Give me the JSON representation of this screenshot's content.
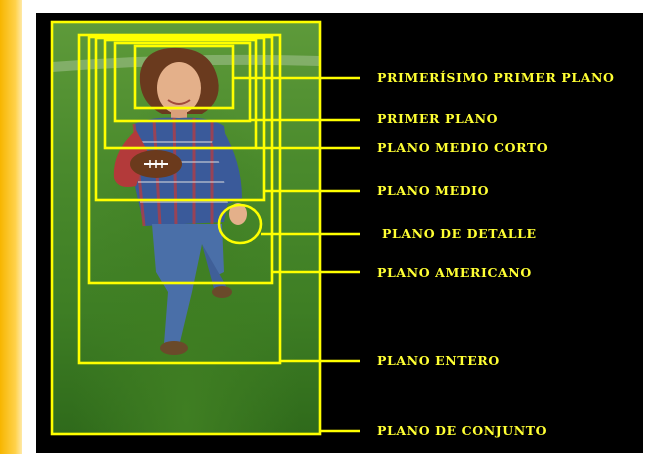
{
  "image": {
    "subject": "child-running-on-grass",
    "colors": {
      "frame_background": "#000000",
      "annotation": "#ffff00",
      "label_text": "#ffff33",
      "accent_bar": "#f7b500",
      "page_background": "#ffffff"
    }
  },
  "shots": [
    {
      "key": "ppp",
      "label": "PRIMERÍSIMO PRIMER PLANO"
    },
    {
      "key": "pp",
      "label": "PRIMER PLANO"
    },
    {
      "key": "pmc",
      "label": "PLANO MEDIO CORTO"
    },
    {
      "key": "pm",
      "label": "PLANO MEDIO"
    },
    {
      "key": "pd",
      "label": "PLANO DE DETALLE"
    },
    {
      "key": "pa",
      "label": "PLANO AMERICANO"
    },
    {
      "key": "pe",
      "label": "PLANO ENTERO"
    },
    {
      "key": "pc",
      "label": "PLANO DE CONJUNTO"
    }
  ]
}
